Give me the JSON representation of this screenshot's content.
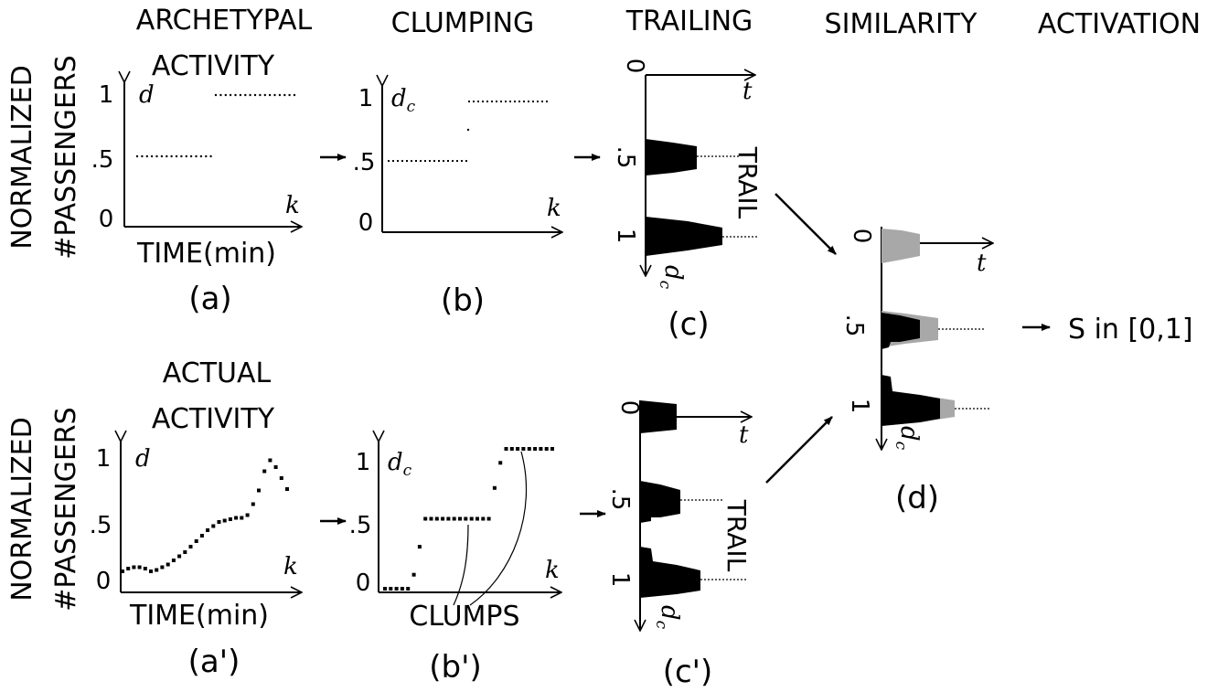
{
  "headers": {
    "archetypal_line1": "ARCHETYPAL",
    "archetypal_line2": "ACTIVITY",
    "clumping": "CLUMPING",
    "trailing": "TRAILING",
    "similarity": "SIMILARITY",
    "activation": "ACTIVATION",
    "actual_line1": "ACTUAL",
    "actual_line2": "ACTIVITY"
  },
  "y_axis_title": {
    "line1": "NORMALIZED",
    "line2": "#PASSENGERS"
  },
  "symbols": {
    "d": "d",
    "dc_main": "d",
    "dc_sub": "c",
    "k": "k",
    "t": "t",
    "tick_1": "1",
    "tick_half": ".5",
    "tick_0": "0",
    "trail": "TRAIL",
    "time_label": "TIME(min)",
    "clumps": "CLUMPS",
    "output": "S in [0,1]"
  },
  "captions": {
    "a": "(a)",
    "b": "(b)",
    "c": "(c)",
    "a_prime": "(a')",
    "b_prime": "(b')",
    "c_prime": "(c')",
    "d": "(d)"
  },
  "series": {
    "archetypal_d": [
      0.5,
      0.5,
      0.5,
      0.5,
      0.5,
      0.5,
      0.5,
      0.5,
      0.5,
      0.5,
      0.5,
      0.5,
      0.5,
      0.5,
      0.5,
      0.5,
      1,
      1,
      1,
      1,
      1,
      1,
      1,
      1,
      1,
      1,
      1,
      1,
      1,
      1,
      1,
      1,
      1
    ],
    "actual_d": [
      0.14,
      0.16,
      0.17,
      0.17,
      0.16,
      0.14,
      0.15,
      0.17,
      0.19,
      0.22,
      0.25,
      0.28,
      0.32,
      0.36,
      0.4,
      0.44,
      0.47,
      0.5,
      0.51,
      0.52,
      0.53,
      0.53,
      0.55,
      0.63,
      0.73,
      0.87,
      0.95,
      0.9,
      0.82,
      0.74
    ],
    "actual_dc": [
      0,
      0,
      0,
      0,
      0,
      0.1,
      0.3,
      0.5,
      0.5,
      0.5,
      0.5,
      0.5,
      0.5,
      0.5,
      0.5,
      0.5,
      0.5,
      0.5,
      0.5,
      0.72,
      0.9,
      1,
      1,
      1,
      1,
      1,
      1,
      1,
      1,
      1
    ]
  }
}
